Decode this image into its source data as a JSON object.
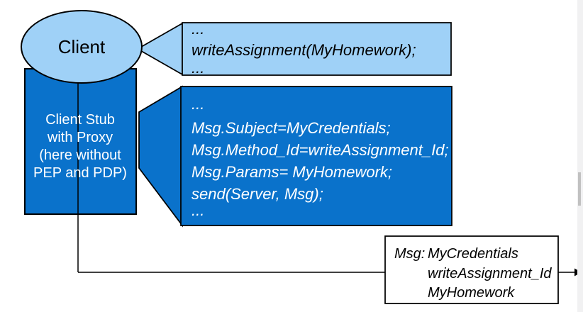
{
  "colors": {
    "light_blue": "#9fd1f7",
    "dark_blue": "#0a72cb",
    "outline": "#000000",
    "white": "#ffffff",
    "scroll_track": "#f1f1f2",
    "scroll_thumb": "#c1c1c1"
  },
  "client": {
    "label": "Client"
  },
  "client_stub": {
    "lines": [
      "Client Stub",
      "with Proxy",
      "(here without",
      "PEP and PDP)"
    ]
  },
  "client_code": {
    "lines": [
      "...",
      "writeAssignment(MyHomework);",
      "..."
    ]
  },
  "stub_code": {
    "lines": [
      "...",
      "Msg.Subject=MyCredentials;",
      "Msg.Method_Id=writeAssignment_Id;",
      "Msg.Params= MyHomework;",
      "send(Server, Msg);",
      "..."
    ]
  },
  "message_box": {
    "label": "Msg:",
    "values": [
      "MyCredentials",
      "writeAssignment_Id",
      "MyHomework"
    ]
  }
}
